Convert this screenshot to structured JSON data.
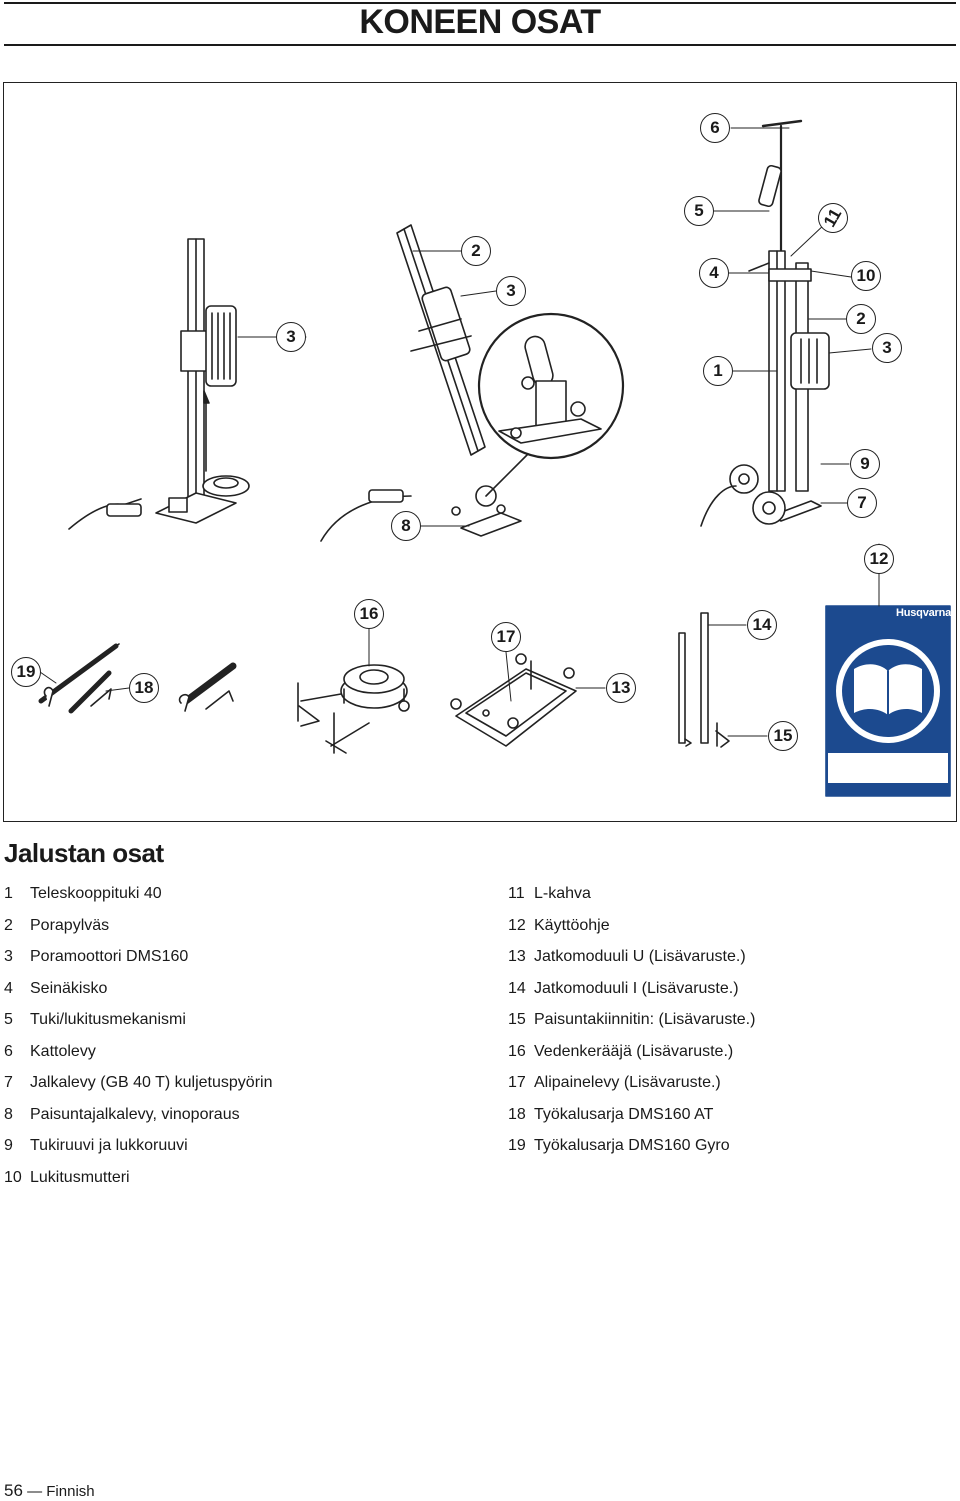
{
  "page_title": "KONEEN OSAT",
  "figure": {
    "callouts": [
      "6",
      "5",
      "11",
      "4",
      "10",
      "2",
      "3",
      "1",
      "9",
      "7",
      "12",
      "3",
      "2",
      "3",
      "8",
      "16",
      "17",
      "14",
      "19",
      "18",
      "13",
      "15"
    ],
    "manual_logo_text": "Husqvarna"
  },
  "section_title": "Jalustan osat",
  "parts_left": [
    {
      "num": "1",
      "label": "Teleskooppituki 40"
    },
    {
      "num": "2",
      "label": "Porapylväs"
    },
    {
      "num": "3",
      "label": "Poramoottori DMS160"
    },
    {
      "num": "4",
      "label": "Seinäkisko"
    },
    {
      "num": "5",
      "label": "Tuki/lukitusmekanismi"
    },
    {
      "num": "6",
      "label": "Kattolevy"
    },
    {
      "num": "7",
      "label": "Jalkalevy (GB 40 T) kuljetuspyörin"
    },
    {
      "num": "8",
      "label": "Paisuntajalkalevy, vinoporaus"
    },
    {
      "num": "9",
      "label": "Tukiruuvi ja lukkoruuvi"
    },
    {
      "num": "10",
      "label": "Lukitusmutteri"
    }
  ],
  "parts_right": [
    {
      "num": "11",
      "label": "L-kahva"
    },
    {
      "num": "12",
      "label": "Käyttöohje"
    },
    {
      "num": "13",
      "label": "Jatkomoduuli U (Lisävaruste.)"
    },
    {
      "num": "14",
      "label": "Jatkomoduuli I (Lisävaruste.)"
    },
    {
      "num": "15",
      "label": "Paisuntakiinnitin: (Lisävaruste.)"
    },
    {
      "num": "16",
      "label": "Vedenkerääjä (Lisävaruste.)"
    },
    {
      "num": "17",
      "label": "Alipainelevy (Lisävaruste.)"
    },
    {
      "num": "18",
      "label": "Työkalusarja DMS160 AT"
    },
    {
      "num": "19",
      "label": "Työkalusarja DMS160 Gyro"
    }
  ],
  "footer": {
    "page_number": "56",
    "separator": "—",
    "language": "Finnish"
  }
}
